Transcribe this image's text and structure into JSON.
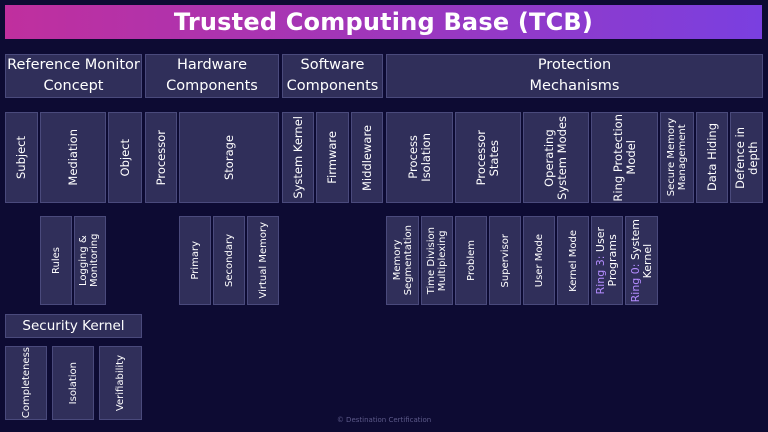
{
  "title": "Trusted Computing Base (TCB)",
  "columns": {
    "reference_monitor": {
      "header_lines": [
        "Reference Monitor",
        "Concept"
      ],
      "items": [
        "Subject",
        "Mediation",
        "Object"
      ],
      "mediation_children": [
        "Rules",
        "Logging & Monitoring"
      ]
    },
    "hardware": {
      "header_lines": [
        "Hardware",
        "Components"
      ],
      "items": [
        "Processor",
        "Storage"
      ],
      "storage_children": [
        "Primary",
        "Secondary",
        "Virtual Memory"
      ]
    },
    "software": {
      "header_lines": [
        "Software",
        "Components"
      ],
      "items": [
        "System Kernel",
        "Firmware",
        "Middleware"
      ]
    },
    "protection": {
      "header_lines": [
        "Protection",
        "Mechanisms"
      ],
      "items": {
        "process_isolation": [
          "Process",
          "Isolation"
        ],
        "processor_states": [
          "Processor",
          "States"
        ],
        "os_modes": [
          "Operating",
          "System Modes"
        ],
        "ring_protection": [
          "Ring Protection",
          "Model"
        ],
        "secure_memory": [
          "Secure Memory",
          "Management"
        ],
        "data_hiding": [
          "Data Hiding"
        ],
        "defence": [
          "Defence in",
          "depth"
        ]
      },
      "process_isolation_children": {
        "memory_segmentation": [
          "Memory",
          "Segmentation"
        ],
        "time_division": [
          "Time Division",
          "Multiplexing"
        ]
      },
      "processor_states_children": [
        "Problem",
        "Supervisor"
      ],
      "os_modes_children": [
        "User Mode",
        "Kernel Mode"
      ],
      "ring_children": {
        "ring3": {
          "prefix": "Ring 3:",
          "rest": " User",
          "line2": "Programs"
        },
        "ring0": {
          "prefix": "Ring 0:",
          "rest": " System",
          "line2": "Kernel"
        }
      }
    }
  },
  "security_kernel": {
    "header": "Security Kernel",
    "items": [
      "Completeness",
      "Isolation",
      "Verifiability"
    ]
  },
  "footer": "© Destination Certification",
  "colors": {
    "background": "#0d0b33",
    "box": "#302f5a",
    "accent": "#b48cff",
    "banner_start": "#c02f9e",
    "banner_end": "#7a3fe0"
  }
}
